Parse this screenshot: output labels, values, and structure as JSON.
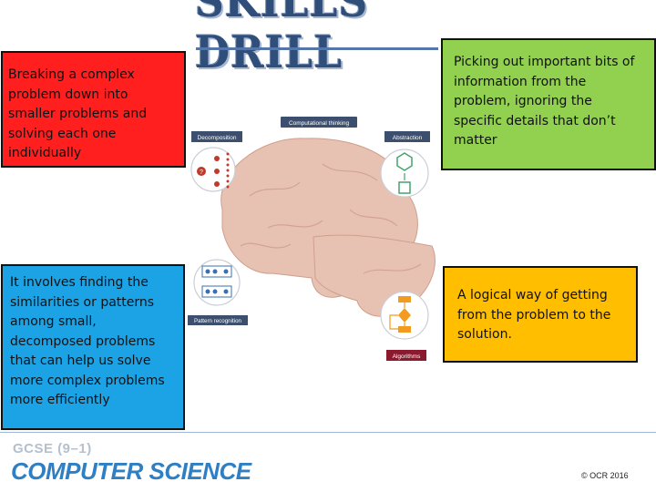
{
  "title": "SKILLS DRILL",
  "boxes": {
    "decomposition_desc": "Breaking a complex problem down into smaller problems and solving each one individually",
    "abstraction_desc": "Picking out important bits of information from the problem, ignoring the specific details that don’t matter",
    "pattern_desc": "It involves finding the similarities or patterns among small, decomposed problems that can help us solve more complex problems more efficiently",
    "algorithm_desc": "A logical way of getting from the problem to the solution."
  },
  "diagram": {
    "center_label": "Computational thinking",
    "decomposition_label": "Decomposition",
    "abstraction_label": "Abstraction",
    "pattern_label": "Pattern recognition",
    "algorithms_label": "Algorithms"
  },
  "footer": {
    "qualification": "GCSE (9–1)",
    "subject": "COMPUTER SCIENCE",
    "copyright": "© OCR 2016"
  },
  "colors": {
    "red": "#ff1f1f",
    "green": "#92d04f",
    "blue": "#1ba3e6",
    "amber": "#ffbf00",
    "label_navy": "#3c4f6e",
    "label_maroon": "#8b1a2e",
    "brain": "#e7c2b2"
  }
}
